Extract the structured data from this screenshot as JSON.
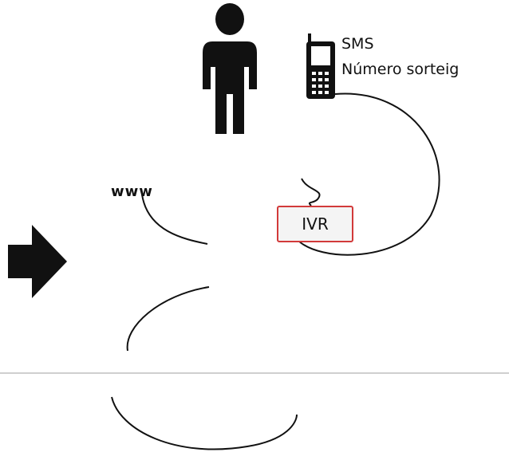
{
  "labels": {
    "sms": "SMS",
    "sms_sub": "Número sorteig",
    "www": "www",
    "ivr": "IVR"
  },
  "icons": [
    "arrow-right-icon",
    "person-icon",
    "mobile-phone-icon",
    "desk-phone-icon",
    "computer-icon",
    "database-icon",
    "lottery-drum-icon",
    "audience-icon",
    "logo-fragment"
  ],
  "colors": {
    "ivr_border": "#d23a3a",
    "database_fill": "#9a9a9a",
    "ink": "#111111"
  }
}
